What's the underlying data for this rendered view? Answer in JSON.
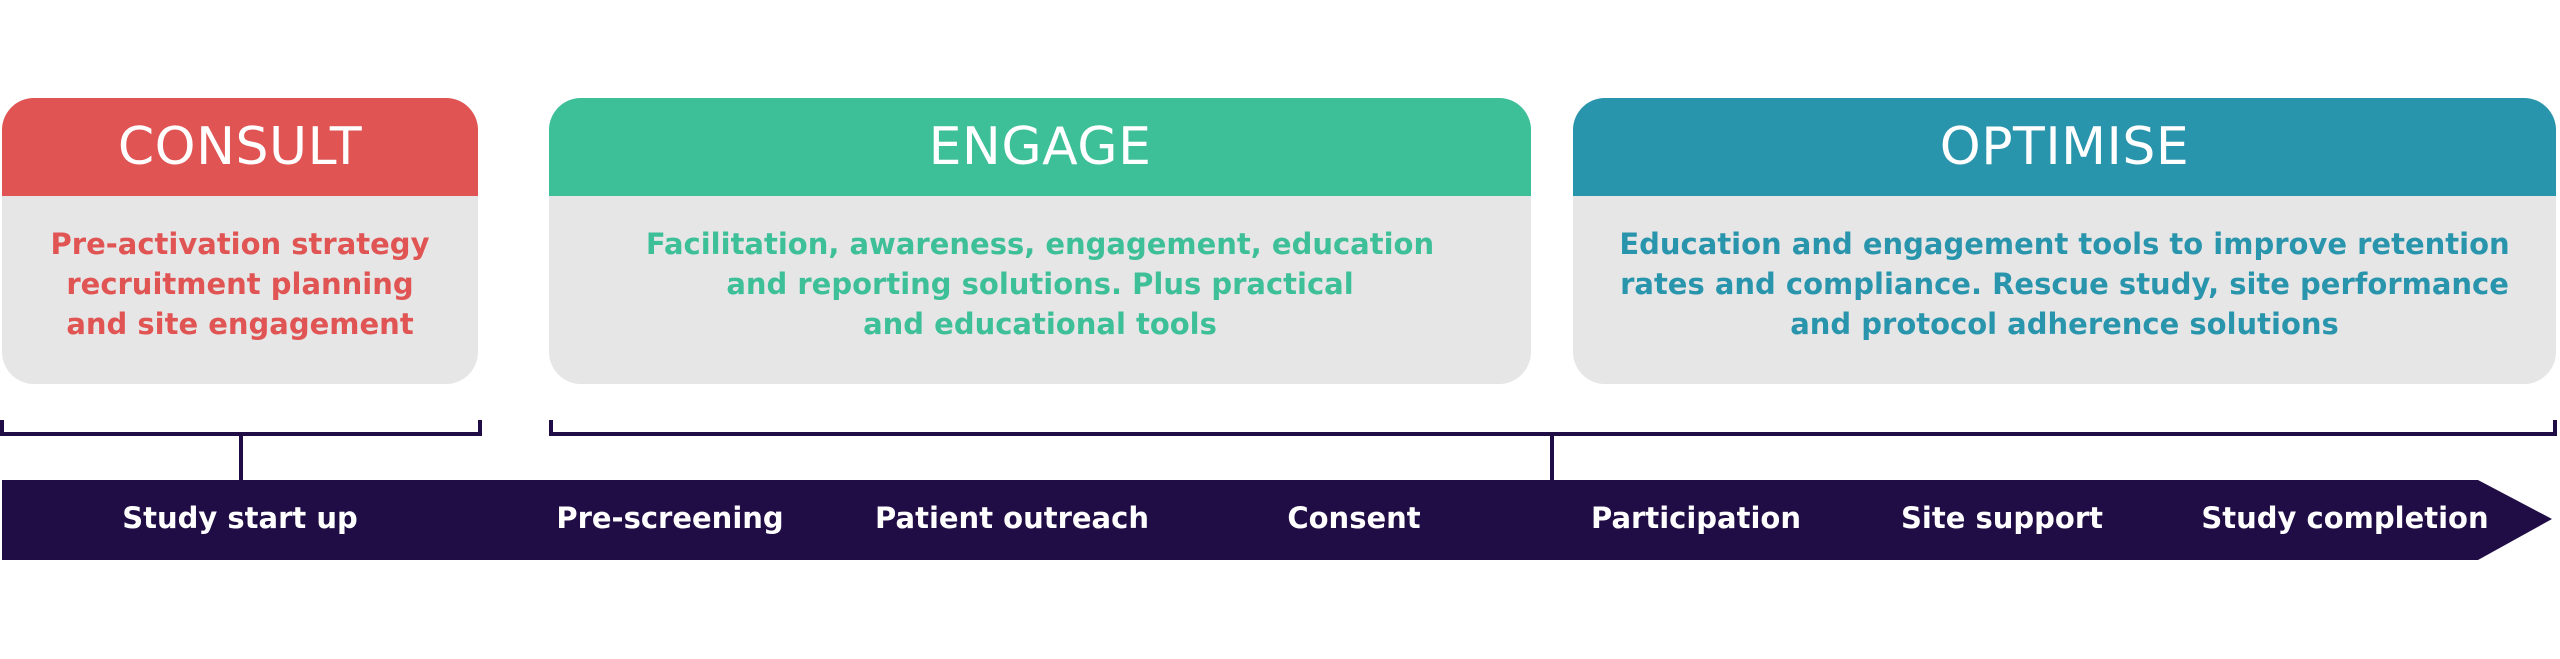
{
  "phases": [
    {
      "title": "CONSULT",
      "description_lines": [
        "Pre-activation strategy",
        "recruitment planning",
        "and site engagement"
      ],
      "color": "#e05453"
    },
    {
      "title": "ENGAGE",
      "description_lines": [
        "Facilitation, awareness, engagement, education",
        "and reporting solutions. Plus practical",
        "and educational tools"
      ],
      "color": "#3dbf97"
    },
    {
      "title": "OPTIMISE",
      "description_lines": [
        "Education and engagement tools to improve retention",
        "rates and compliance. Rescue study, site performance",
        "and protocol adherence solutions"
      ],
      "color": "#2995ad"
    }
  ],
  "timeline": {
    "color": "#200d45",
    "stages": [
      "Study start up",
      "Pre-screening",
      "Patient outreach",
      "Consent",
      "Participation",
      "Site support",
      "Study completion"
    ]
  },
  "card_background": "#e6e6e6"
}
